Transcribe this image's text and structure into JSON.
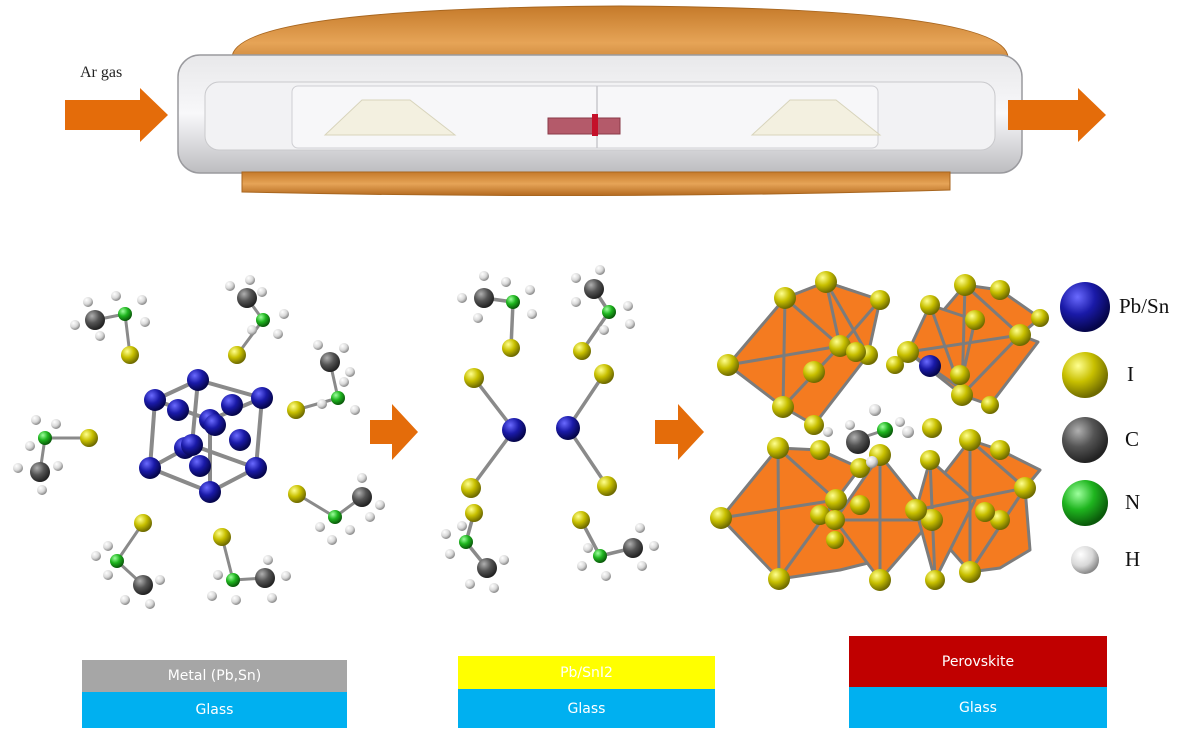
{
  "furnace": {
    "gas_label": "Ar gas"
  },
  "legend": [
    {
      "label": "Pb/Sn",
      "color": "#1a1aa8"
    },
    {
      "label": "I",
      "color": "#c8c000"
    },
    {
      "label": "C",
      "color": "#555555"
    },
    {
      "label": "N",
      "color": "#1fb51f"
    },
    {
      "label": "H",
      "color": "#d8d8d8"
    }
  ],
  "stacks": {
    "metal": {
      "top_label": "Metal (Pb,Sn)",
      "top_color": "#a6a6a6",
      "bottom_label": "Glass"
    },
    "iodide": {
      "top_label": "Pb/SnI2",
      "top_color": "#ffff00",
      "bottom_label": "Glass"
    },
    "perovskite": {
      "top_label": "Perovskite",
      "top_color": "#c00000",
      "bottom_label": "Glass"
    }
  },
  "colors": {
    "glass": "#00b0f0",
    "arrow": "#e46c0a",
    "copper": "#d9923a",
    "octahedron": "#f47b20"
  }
}
